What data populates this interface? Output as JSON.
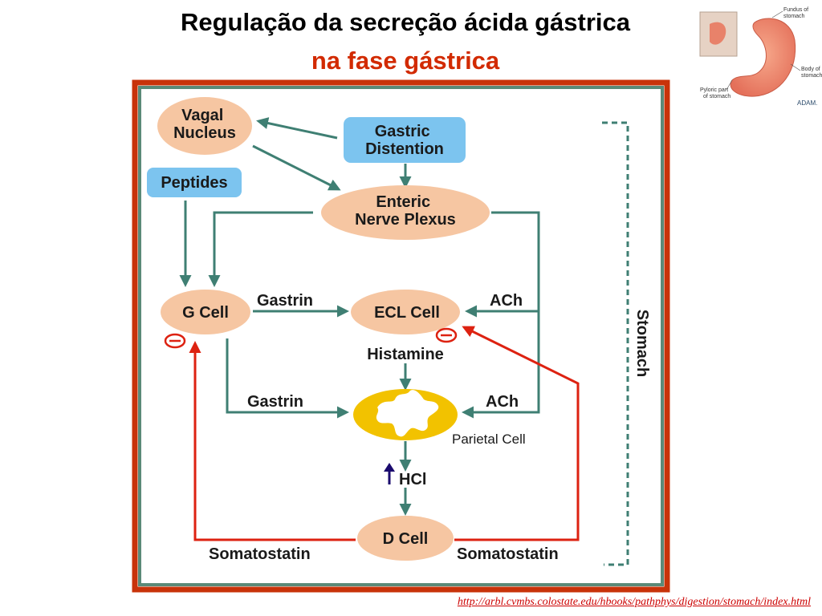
{
  "title": {
    "line1": "Regulação da secreção ácida gástrica",
    "line2": "na fase gástrica"
  },
  "nodes": {
    "vagal_nucleus": [
      "Vagal",
      "Nucleus"
    ],
    "gastric_distention": [
      "Gastric",
      "Distention"
    ],
    "peptides": "Peptides",
    "enteric_nerve_plexus": [
      "Enteric",
      "Nerve Plexus"
    ],
    "g_cell": "G Cell",
    "ecl_cell": "ECL Cell",
    "parietal_cell": "Parietal Cell",
    "d_cell": "D Cell"
  },
  "labels": {
    "gastrin_top": "Gastrin",
    "gastrin_bottom": "Gastrin",
    "ach_top": "ACh",
    "ach_bottom": "ACh",
    "histamine": "Histamine",
    "hcl": "HCl",
    "somatostatin_left": "Somatostatin",
    "somatostatin_right": "Somatostatin",
    "stomach": "Stomach"
  },
  "stomach_figure": {
    "fundus": [
      "Fundus of",
      "stomach"
    ],
    "body": [
      "Body of",
      "stomach"
    ],
    "pyloric": [
      "Pyloric part",
      "of stomach"
    ],
    "brand": "ADAM."
  },
  "source_link": "http://arbl.cvmbs.colostate.edu/hbooks/pathphys/digestion/stomach/index.html",
  "colors": {
    "frame_outer": "#c8330a",
    "frame_inner": "#5a8a78",
    "arrow_teal": "#3f7f73",
    "arrow_red": "#dd2211",
    "ellipse_fill": "#f6c6a2",
    "box_fill": "#7cc4ef",
    "parietal_yellow": "#f2c200",
    "up_arrow": "#1a0a6e"
  }
}
